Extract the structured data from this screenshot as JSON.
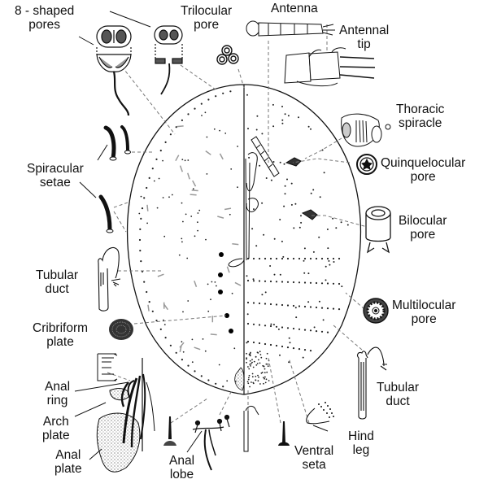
{
  "figure": {
    "subject": "Mealybug (Pseudococcidae) adult female morphology — dorsal (left half) and ventral (right half) views",
    "colors": {
      "ink": "#111111",
      "background": "#ffffff",
      "leader": "#777777",
      "stipple": "#333333"
    }
  },
  "labels": {
    "eight_shaped_pores": [
      "8 - shaped",
      "pores"
    ],
    "trilocular_pore": [
      "Trilocular",
      "pore"
    ],
    "antenna": [
      "Antenna"
    ],
    "antennal_tip": [
      "Antennal",
      "tip"
    ],
    "thoracic_spiracle": [
      "Thoracic",
      "spiracle"
    ],
    "quinquelocular_pore": [
      "Quinquelocular",
      "pore"
    ],
    "bilocular_pore": [
      "Bilocular",
      "pore"
    ],
    "multilocular_pore": [
      "Multilocular",
      "pore"
    ],
    "tubular_duct_right": [
      "Tubular",
      "duct"
    ],
    "hind_leg": [
      "Hind",
      "leg"
    ],
    "ventral_seta": [
      "Ventral",
      "seta"
    ],
    "anal_lobe": [
      "Anal",
      "lobe"
    ],
    "anal_plate": [
      "Anal",
      "plate"
    ],
    "arch_plate": [
      "Arch",
      "plate"
    ],
    "anal_ring": [
      "Anal",
      "ring"
    ],
    "cribriform_plate": [
      "Cribriform",
      "plate"
    ],
    "tubular_duct_left": [
      "Tubular",
      "duct"
    ],
    "spiracular_setae": [
      "Spiracular",
      "setae"
    ]
  }
}
